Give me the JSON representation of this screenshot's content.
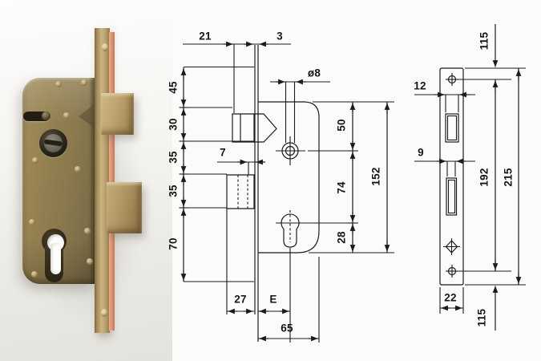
{
  "side_view": {
    "dims": {
      "latch_depth": "21",
      "plate_thickness": "3",
      "hole_diameter": "ø8",
      "bolt_throw": "7",
      "seg_top_45": "45",
      "seg_latch_30": "30",
      "seg_mid_35a": "35",
      "seg_mid_35b": "35",
      "seg_bottom_70": "70",
      "top_to_hub_50": "50",
      "hub_to_cylinder_74": "74",
      "cylinder_to_bottom_28": "28",
      "case_height_152": "152",
      "bolt_box_27": "27",
      "backset_E": "E",
      "case_depth_65": "65"
    }
  },
  "front_view": {
    "dims": {
      "top_screw_offset": "115",
      "latch_slot_width": "12",
      "bolt_slot_width": "9",
      "screw_spacing": "192",
      "plate_length": "215",
      "plate_width": "22",
      "bottom_screw_offset": "115"
    }
  },
  "colors": {
    "line": "#1b1b1b",
    "background": "#fbfbf9",
    "brass_case": "#8b7a4e",
    "brass_faceplate": "#cdb383",
    "brass_bolt": "#bda470",
    "faceplate_edge_salmon": "#d98f6f"
  }
}
